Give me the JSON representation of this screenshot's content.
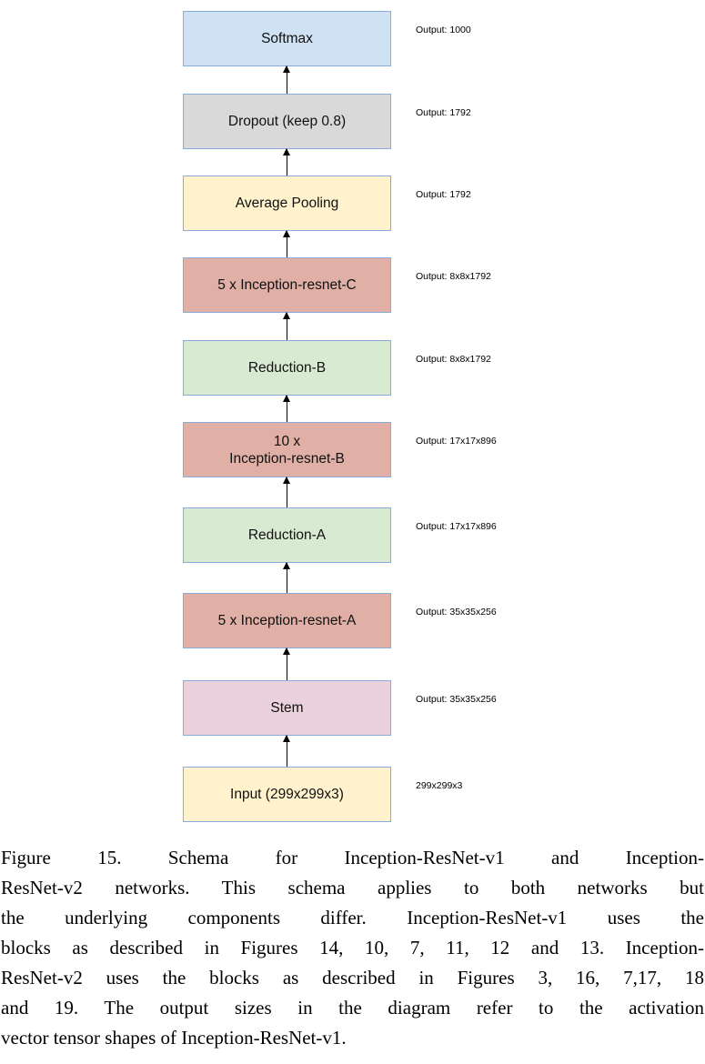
{
  "diagram": {
    "blocks": [
      {
        "label": "Softmax",
        "output": "Output: 1000",
        "fill": "#cfe2f3"
      },
      {
        "label": "Dropout (keep 0.8)",
        "output": "Output: 1792",
        "fill": "#d9d9d9"
      },
      {
        "label": "Average Pooling",
        "output": "Output: 1792",
        "fill": "#fff2cc"
      },
      {
        "label": "5 x Inception-resnet-C",
        "output": "Output: 8x8x1792",
        "fill": "#e0afa5"
      },
      {
        "label": "Reduction-B",
        "output": "Output: 8x8x1792",
        "fill": "#d9ead3"
      },
      {
        "label": "10 x\nInception-resnet-B",
        "output": "Output: 17x17x896",
        "fill": "#e0afa5"
      },
      {
        "label": "Reduction-A",
        "output": "Output: 17x17x896",
        "fill": "#d9ead3"
      },
      {
        "label": "5 x Inception-resnet-A",
        "output": "Output: 35x35x256",
        "fill": "#e0afa5"
      },
      {
        "label": "Stem",
        "output": "Output: 35x35x256",
        "fill": "#ead1dc"
      },
      {
        "label": "Input (299x299x3)",
        "output": "299x299x3",
        "fill": "#fff2cc"
      }
    ],
    "border_color": "#88abdc",
    "arrow_color": "#000000"
  },
  "caption": {
    "lines": [
      "Figure 15. Schema for Inception-ResNet-v1 and Inception-",
      "ResNet-v2 networks. This schema applies to both networks but",
      "the underlying components differ. Inception-ResNet-v1 uses the",
      "blocks as described in Figures 14, 10, 7, 11, 12 and 13. Inception-",
      "ResNet-v2 uses the blocks as described in Figures 3, 16, 7,17, 18",
      "and 19. The output sizes in the diagram refer to the activation",
      "vector tensor shapes of Inception-ResNet-v1."
    ]
  }
}
